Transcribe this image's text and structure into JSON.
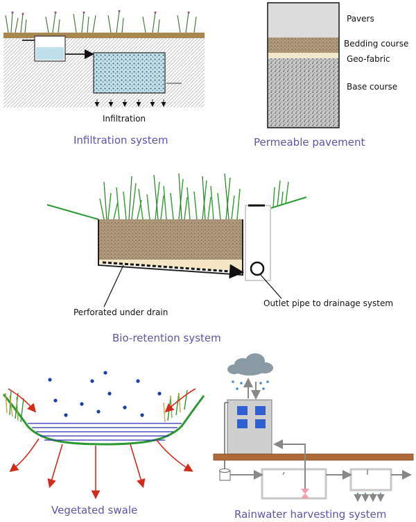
{
  "infiltration": {
    "caption": "Infiltration system",
    "label_infiltration": "Infiltration"
  },
  "pavement": {
    "caption": "Permeable pavement",
    "layers": {
      "pavers": "Pavers",
      "bedding": "Bedding course",
      "geofabric": "Geo-fabric",
      "base": "Base course"
    }
  },
  "bioretention": {
    "caption": "Bio-retention system",
    "label_underdrain": "Perforated under drain",
    "label_outlet": "Outlet pipe to drainage system"
  },
  "swale": {
    "caption": "Vegetated swale"
  },
  "harvesting": {
    "caption": "Rainwater harvesting system"
  },
  "colors": {
    "caption": "#5b55a8",
    "soil": "#a89070",
    "grass": "#2a9a30",
    "pipe": "#8a8a8a",
    "arrow_red": "#d42a1a",
    "drop_blue": "#1d3fa6"
  }
}
